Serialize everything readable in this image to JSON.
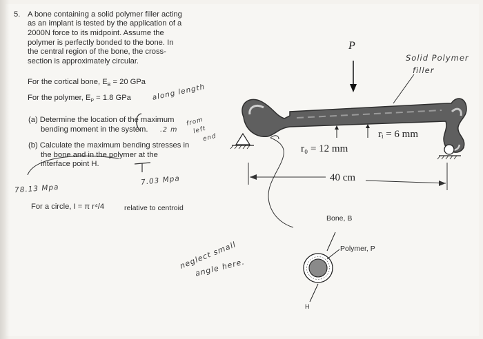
{
  "problem": {
    "number": "5.",
    "intro_lines": [
      "A bone containing a solid polymer filler acting",
      "as an implant is tested by the application of a",
      "2000N force to its midpoint. Assume the",
      "polymer is perfectly bonded to the bone. In",
      "the central region of the bone, the cross-",
      "section is approximately circular."
    ],
    "cortical": "For the cortical bone, E",
    "cortical_sub": "B",
    "cortical_val": " = 20 GPa",
    "polymer": "For the polymer, E",
    "polymer_sub": "P",
    "polymer_val": " = 1.8 GPa",
    "part_a_line1": "(a) Determine the location of the maximum",
    "part_a_line2": "bending moment in the system.",
    "part_b_line1": "(b) Calculate the maximum bending stresses in",
    "part_b_line2": "the bone and in the polymer at the",
    "part_b_line3": "interface point H.",
    "circle_note": "For a circle,  I = π r⁴/4",
    "centroid_note": "relative to centroid"
  },
  "figure": {
    "force_label": "P",
    "ri_label": "rᵢ = 6 mm",
    "ro_label": "r₀ = 12 mm",
    "span_label": "40 cm",
    "bone_label": "Bone, B",
    "polymer_label": "Polymer, P",
    "point_label": "H",
    "filler_label_1": "Solid Polymer",
    "filler_label_2": "filler"
  },
  "handwriting": {
    "along_length": "along length",
    "from_left": "from",
    "from_left_2": "left",
    "from_left_3": "end",
    "point2m": ".2 m",
    "stress_bone": "78.13 Mpa",
    "stress_poly": "7.03 Mpa",
    "neglect_1": "neglect small",
    "neglect_2": "angle here."
  }
}
